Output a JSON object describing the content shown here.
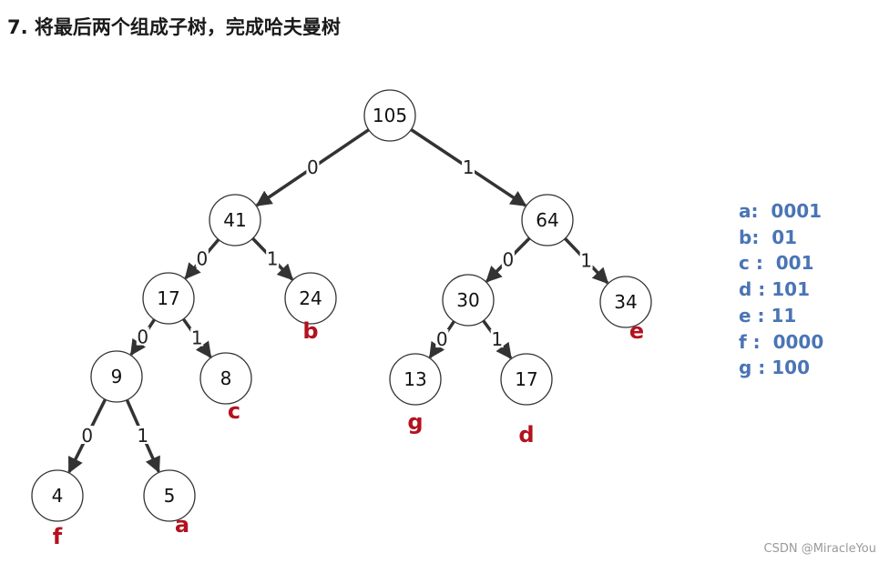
{
  "title": "7. 将最后两个组成子树，完成哈夫曼树",
  "nodes": [
    {
      "id": "n105",
      "value": "105"
    },
    {
      "id": "n41",
      "value": "41"
    },
    {
      "id": "n64",
      "value": "64"
    },
    {
      "id": "n17a",
      "value": "17"
    },
    {
      "id": "n24",
      "value": "24",
      "leaf": "b"
    },
    {
      "id": "n30",
      "value": "30"
    },
    {
      "id": "n34",
      "value": "34",
      "leaf": "e"
    },
    {
      "id": "n9",
      "value": "9"
    },
    {
      "id": "n8",
      "value": "8",
      "leaf": "c"
    },
    {
      "id": "n13",
      "value": "13",
      "leaf": "g"
    },
    {
      "id": "n17b",
      "value": "17",
      "leaf": "d"
    },
    {
      "id": "n4",
      "value": "4",
      "leaf": "f"
    },
    {
      "id": "n5",
      "value": "5",
      "leaf": "a"
    }
  ],
  "edges": [
    {
      "from": "n105",
      "to": "n41",
      "label": "0"
    },
    {
      "from": "n105",
      "to": "n64",
      "label": "1"
    },
    {
      "from": "n41",
      "to": "n17a",
      "label": "0"
    },
    {
      "from": "n41",
      "to": "n24",
      "label": "1"
    },
    {
      "from": "n64",
      "to": "n30",
      "label": "0"
    },
    {
      "from": "n64",
      "to": "n34",
      "label": "1"
    },
    {
      "from": "n17a",
      "to": "n9",
      "label": "0"
    },
    {
      "from": "n17a",
      "to": "n8",
      "label": "1"
    },
    {
      "from": "n30",
      "to": "n13",
      "label": "0"
    },
    {
      "from": "n30",
      "to": "n17b",
      "label": "1"
    },
    {
      "from": "n9",
      "to": "n4",
      "label": "0"
    },
    {
      "from": "n9",
      "to": "n5",
      "label": "1"
    }
  ],
  "codes": [
    "a:  0001",
    "b:  01",
    "c :  001",
    "d : 101",
    "e : 11",
    "f :  0000",
    "g : 100"
  ],
  "watermark": "CSDN @MiracleYou",
  "colors": {
    "edge": "#333333",
    "node_stroke": "#333333",
    "leaf_label": "#b3121f",
    "codes": "#4a74b5"
  }
}
